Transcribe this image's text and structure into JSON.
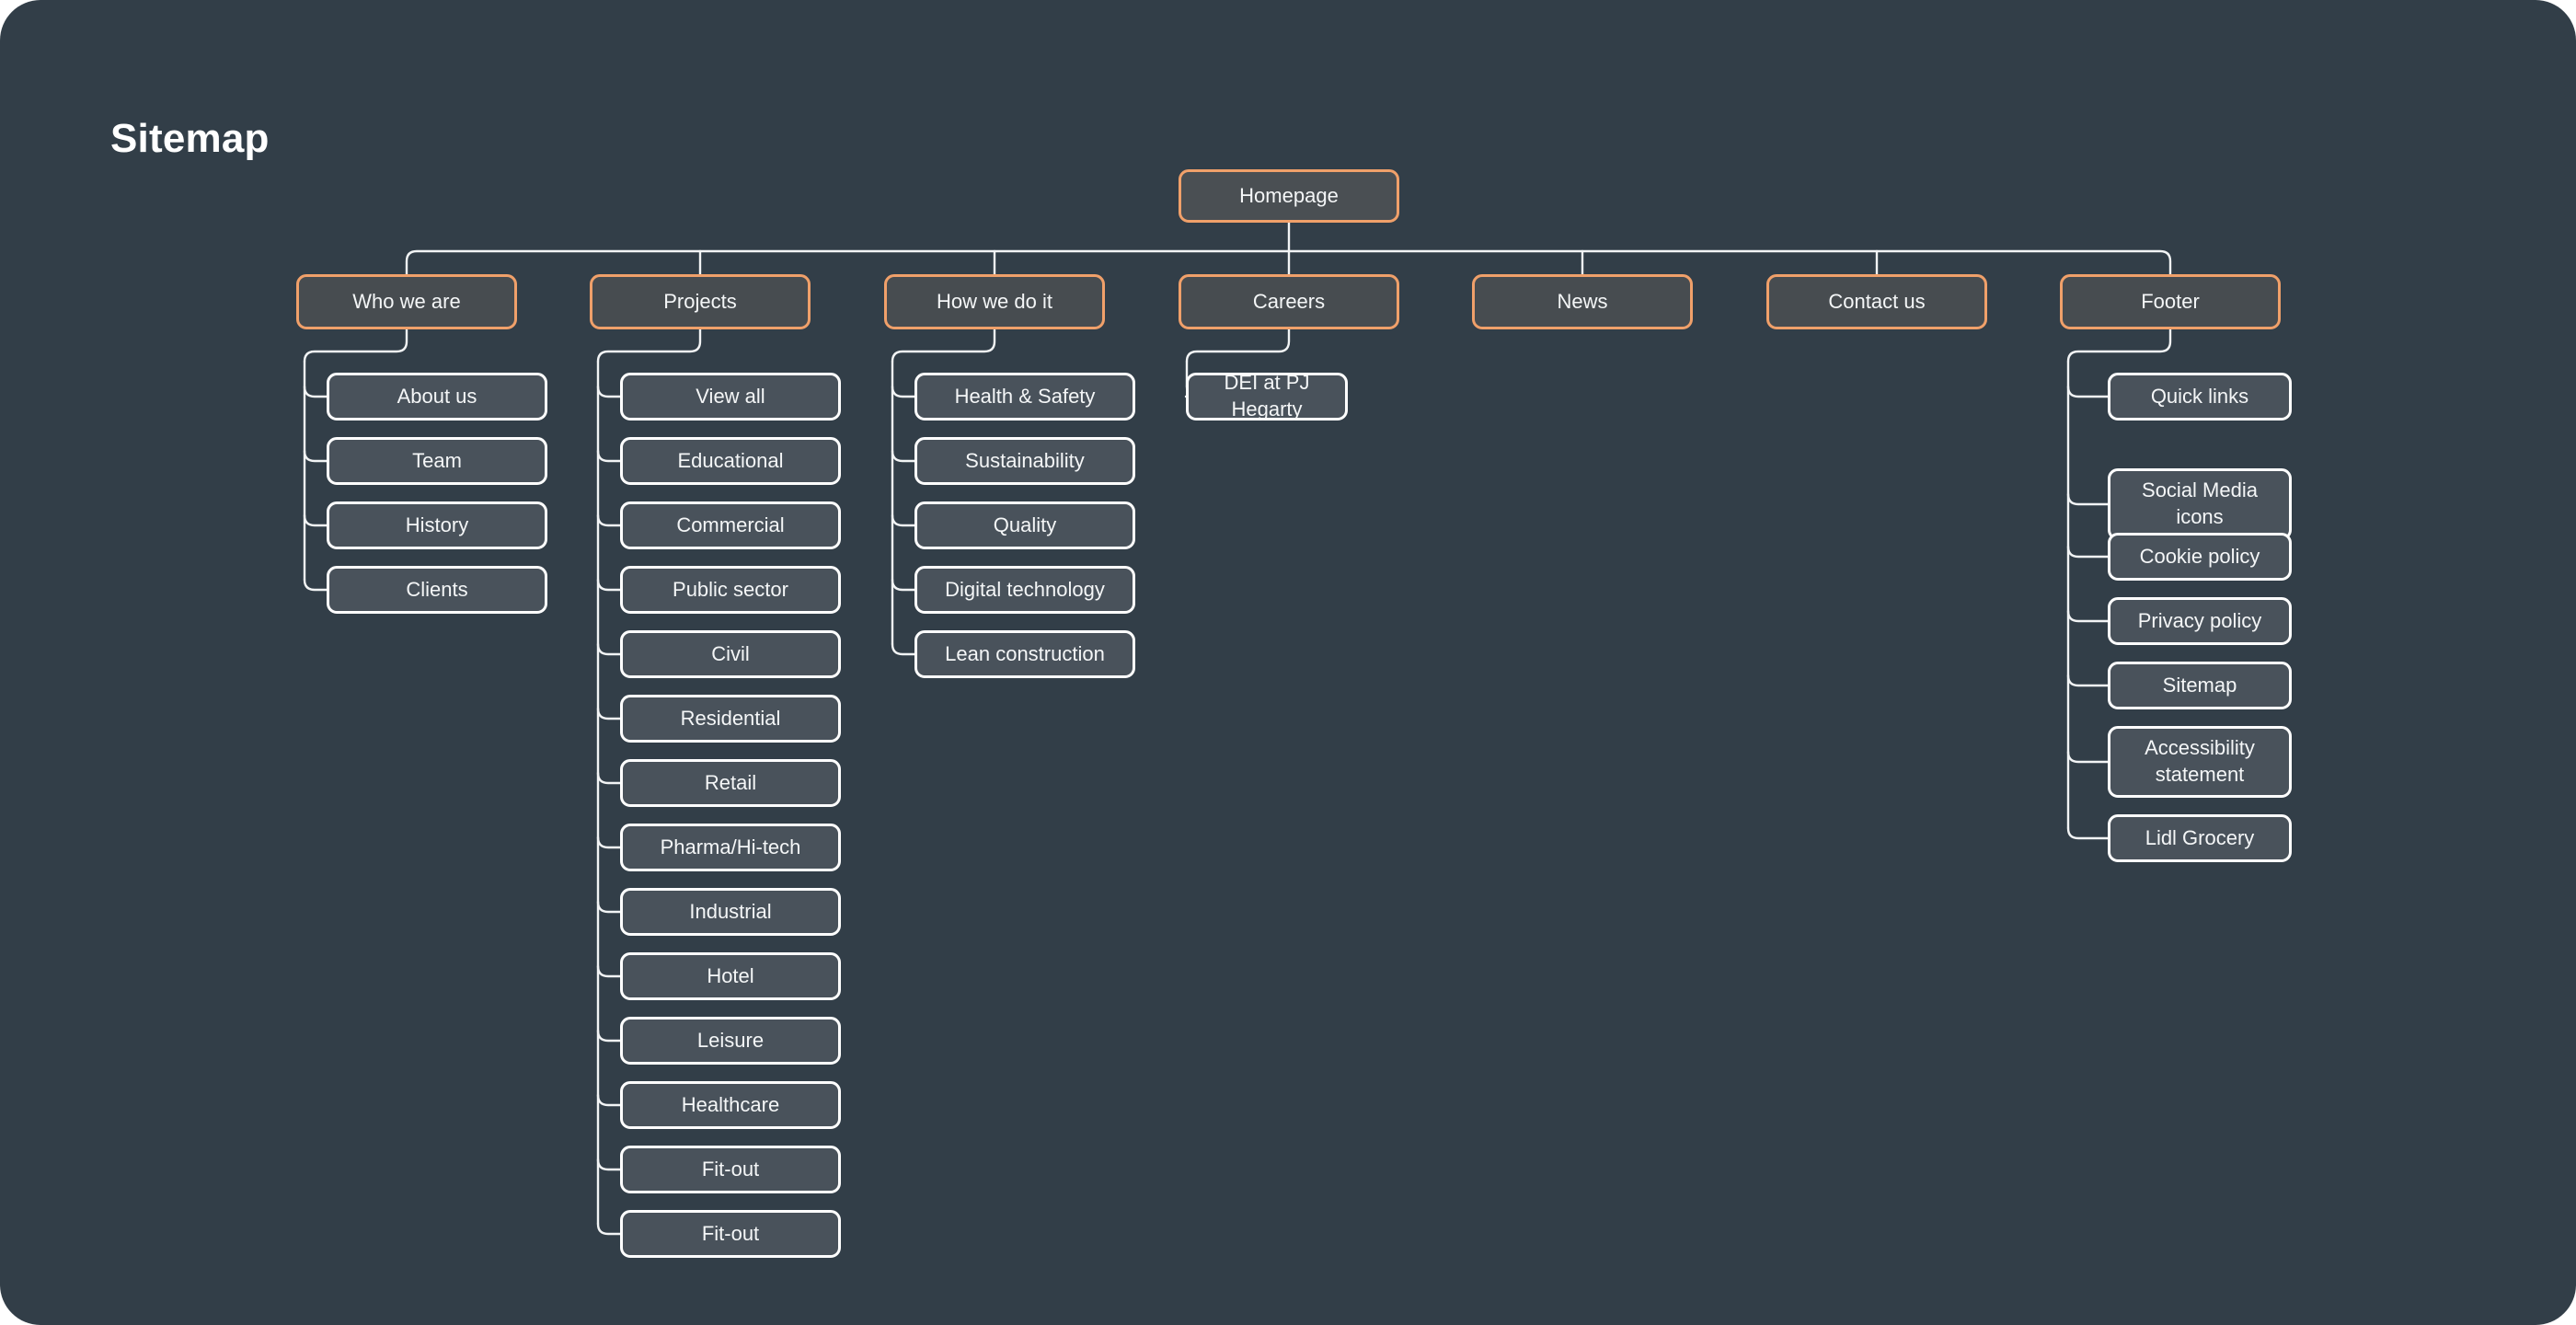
{
  "page": {
    "title": "Sitemap",
    "background_color": "#323e48",
    "accent_color": "#f0a06a",
    "node_fill_color": "#49525b",
    "connector_color": "#f2f4f5"
  },
  "diagram": {
    "type": "sitemap-tree",
    "root": {
      "label": "Homepage"
    },
    "sections": [
      {
        "label": "Who we are",
        "children": [
          {
            "label": "About us"
          },
          {
            "label": "Team"
          },
          {
            "label": "History"
          },
          {
            "label": "Clients"
          }
        ]
      },
      {
        "label": "Projects",
        "children": [
          {
            "label": "View all"
          },
          {
            "label": "Educational"
          },
          {
            "label": "Commercial"
          },
          {
            "label": "Public sector"
          },
          {
            "label": "Civil"
          },
          {
            "label": "Residential"
          },
          {
            "label": "Retail"
          },
          {
            "label": "Pharma/Hi-tech"
          },
          {
            "label": "Industrial"
          },
          {
            "label": "Hotel"
          },
          {
            "label": "Leisure"
          },
          {
            "label": "Healthcare"
          },
          {
            "label": "Fit-out"
          },
          {
            "label": "Fit-out"
          }
        ]
      },
      {
        "label": "How we do it",
        "children": [
          {
            "label": "Health & Safety"
          },
          {
            "label": "Sustainability"
          },
          {
            "label": "Quality"
          },
          {
            "label": "Digital technology"
          },
          {
            "label": "Lean construction"
          }
        ]
      },
      {
        "label": "Careers",
        "children": [
          {
            "label": "DEI at PJ Hegarty"
          }
        ]
      },
      {
        "label": "News",
        "children": []
      },
      {
        "label": "Contact us",
        "children": []
      },
      {
        "label": "Footer",
        "children": [
          {
            "label": "Quick links"
          },
          {
            "label": "Social Media\nicons"
          },
          {
            "label": "Cookie policy"
          },
          {
            "label": "Privacy policy"
          },
          {
            "label": "Sitemap"
          },
          {
            "label": "Accessibility\nstatement"
          },
          {
            "label": "Lidl Grocery"
          }
        ]
      }
    ]
  }
}
